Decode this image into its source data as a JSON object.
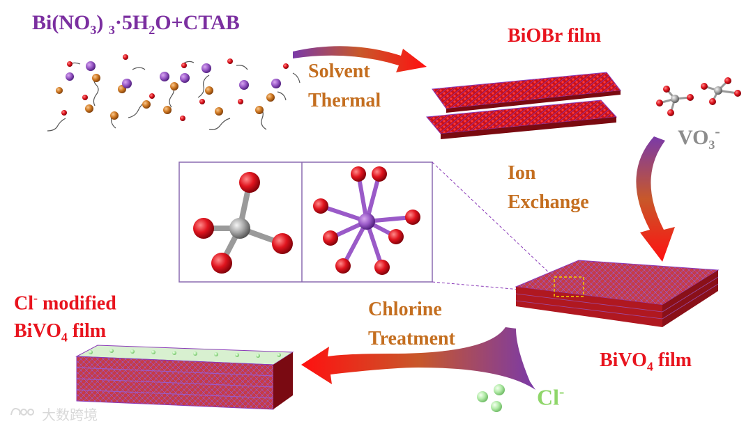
{
  "precursor": {
    "formula_pre": "Bi(NO",
    "formula_sub1": "3",
    "formula_mid": ") ",
    "formula_sub2": "3",
    "formula_mid2": "·5H",
    "formula_sub3": "2",
    "formula_post": "O+CTAB"
  },
  "steps": {
    "solvent_line1": "Solvent",
    "solvent_line2": "Thermal",
    "ion_line1": "Ion",
    "ion_line2": "Exchange",
    "chlorine_line1": "Chlorine",
    "chlorine_line2": "Treatment"
  },
  "films": {
    "biobr": "BiOBr film",
    "bivo4_pre": "BiVO",
    "bivo4_sub": "4",
    "bivo4_post": " film",
    "cl_mod_line1_pre": "Cl",
    "cl_mod_line1_sup": "-",
    "cl_mod_line1_post": " modified",
    "cl_mod_line2_pre": "BiVO",
    "cl_mod_line2_sub": "4",
    "cl_mod_line2_post": " film"
  },
  "ions": {
    "vo3_pre": "VO",
    "vo3_sub": "3",
    "vo3_sup": "-",
    "cl_pre": "Cl",
    "cl_sup": "-"
  },
  "watermark": "大数跨境",
  "colors": {
    "bismuth": "#7a3aa8",
    "oxygen": "#d0101a",
    "vanadium": "#8a8a8a",
    "chlorine": "#a8e8a0",
    "ctab_head": "#c06a1a",
    "arrow_start": "#7a3aa8",
    "arrow_end": "#ff1010"
  }
}
